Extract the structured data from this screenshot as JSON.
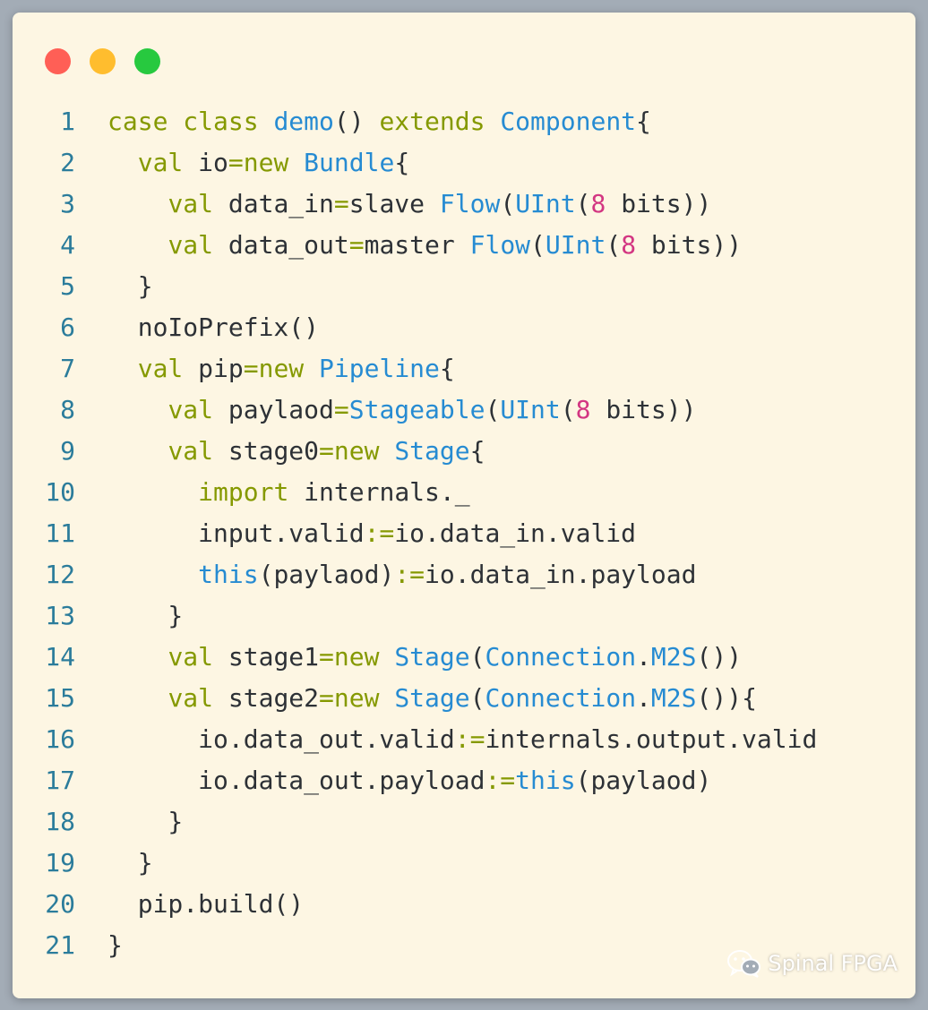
{
  "window": {
    "controls": [
      {
        "name": "close",
        "color": "#ff5f56"
      },
      {
        "name": "minimize",
        "color": "#ffbd2e"
      },
      {
        "name": "maximize",
        "color": "#27c93f"
      }
    ]
  },
  "code": {
    "lines": [
      {
        "number": "1",
        "tokens": [
          [
            "kw",
            "case class "
          ],
          [
            "type",
            "demo"
          ],
          [
            "plain",
            "() "
          ],
          [
            "kw",
            "extends "
          ],
          [
            "type",
            "Component"
          ],
          [
            "plain",
            "{"
          ]
        ]
      },
      {
        "number": "2",
        "tokens": [
          [
            "plain",
            "  "
          ],
          [
            "kw",
            "val"
          ],
          [
            "plain",
            " io"
          ],
          [
            "op",
            "="
          ],
          [
            "kw",
            "new "
          ],
          [
            "type",
            "Bundle"
          ],
          [
            "plain",
            "{"
          ]
        ]
      },
      {
        "number": "3",
        "tokens": [
          [
            "plain",
            "    "
          ],
          [
            "kw",
            "val"
          ],
          [
            "plain",
            " data_in"
          ],
          [
            "op",
            "="
          ],
          [
            "plain",
            "slave "
          ],
          [
            "type",
            "Flow"
          ],
          [
            "plain",
            "("
          ],
          [
            "type",
            "UInt"
          ],
          [
            "plain",
            "("
          ],
          [
            "num",
            "8"
          ],
          [
            "plain",
            " bits))"
          ]
        ]
      },
      {
        "number": "4",
        "tokens": [
          [
            "plain",
            "    "
          ],
          [
            "kw",
            "val"
          ],
          [
            "plain",
            " data_out"
          ],
          [
            "op",
            "="
          ],
          [
            "plain",
            "master "
          ],
          [
            "type",
            "Flow"
          ],
          [
            "plain",
            "("
          ],
          [
            "type",
            "UInt"
          ],
          [
            "plain",
            "("
          ],
          [
            "num",
            "8"
          ],
          [
            "plain",
            " bits))"
          ]
        ]
      },
      {
        "number": "5",
        "tokens": [
          [
            "plain",
            "  }"
          ]
        ]
      },
      {
        "number": "6",
        "tokens": [
          [
            "plain",
            "  noIoPrefix()"
          ]
        ]
      },
      {
        "number": "7",
        "tokens": [
          [
            "plain",
            "  "
          ],
          [
            "kw",
            "val"
          ],
          [
            "plain",
            " pip"
          ],
          [
            "op",
            "="
          ],
          [
            "kw",
            "new "
          ],
          [
            "type",
            "Pipeline"
          ],
          [
            "plain",
            "{"
          ]
        ]
      },
      {
        "number": "8",
        "tokens": [
          [
            "plain",
            "    "
          ],
          [
            "kw",
            "val"
          ],
          [
            "plain",
            " paylaod"
          ],
          [
            "op",
            "="
          ],
          [
            "type",
            "Stageable"
          ],
          [
            "plain",
            "("
          ],
          [
            "type",
            "UInt"
          ],
          [
            "plain",
            "("
          ],
          [
            "num",
            "8"
          ],
          [
            "plain",
            " bits))"
          ]
        ]
      },
      {
        "number": "9",
        "tokens": [
          [
            "plain",
            "    "
          ],
          [
            "kw",
            "val"
          ],
          [
            "plain",
            " stage0"
          ],
          [
            "op",
            "="
          ],
          [
            "kw",
            "new "
          ],
          [
            "type",
            "Stage"
          ],
          [
            "plain",
            "{"
          ]
        ]
      },
      {
        "number": "10",
        "tokens": [
          [
            "plain",
            "      "
          ],
          [
            "kw",
            "import"
          ],
          [
            "plain",
            " internals._"
          ]
        ]
      },
      {
        "number": "11",
        "tokens": [
          [
            "plain",
            "      input.valid"
          ],
          [
            "op",
            ":="
          ],
          [
            "plain",
            "io.data_in.valid"
          ]
        ]
      },
      {
        "number": "12",
        "tokens": [
          [
            "plain",
            "      "
          ],
          [
            "this",
            "this"
          ],
          [
            "plain",
            "(paylaod)"
          ],
          [
            "op",
            ":="
          ],
          [
            "plain",
            "io.data_in.payload"
          ]
        ]
      },
      {
        "number": "13",
        "tokens": [
          [
            "plain",
            "    }"
          ]
        ]
      },
      {
        "number": "14",
        "tokens": [
          [
            "plain",
            "    "
          ],
          [
            "kw",
            "val"
          ],
          [
            "plain",
            " stage1"
          ],
          [
            "op",
            "="
          ],
          [
            "kw",
            "new "
          ],
          [
            "type",
            "Stage"
          ],
          [
            "plain",
            "("
          ],
          [
            "type",
            "Connection"
          ],
          [
            "plain",
            "."
          ],
          [
            "type",
            "M2S"
          ],
          [
            "plain",
            "())"
          ]
        ]
      },
      {
        "number": "15",
        "tokens": [
          [
            "plain",
            "    "
          ],
          [
            "kw",
            "val"
          ],
          [
            "plain",
            " stage2"
          ],
          [
            "op",
            "="
          ],
          [
            "kw",
            "new "
          ],
          [
            "type",
            "Stage"
          ],
          [
            "plain",
            "("
          ],
          [
            "type",
            "Connection"
          ],
          [
            "plain",
            "."
          ],
          [
            "type",
            "M2S"
          ],
          [
            "plain",
            "()){"
          ]
        ]
      },
      {
        "number": "16",
        "tokens": [
          [
            "plain",
            "      io.data_out.valid"
          ],
          [
            "op",
            ":="
          ],
          [
            "plain",
            "internals.output.valid"
          ]
        ]
      },
      {
        "number": "17",
        "tokens": [
          [
            "plain",
            "      io.data_out.payload"
          ],
          [
            "op",
            ":="
          ],
          [
            "this",
            "this"
          ],
          [
            "plain",
            "(paylaod)"
          ]
        ]
      },
      {
        "number": "18",
        "tokens": [
          [
            "plain",
            "    }"
          ]
        ]
      },
      {
        "number": "19",
        "tokens": [
          [
            "plain",
            "  }"
          ]
        ]
      },
      {
        "number": "20",
        "tokens": [
          [
            "plain",
            "  pip.build()"
          ]
        ]
      },
      {
        "number": "21",
        "tokens": [
          [
            "plain",
            "}"
          ]
        ]
      }
    ]
  },
  "watermark": {
    "icon": "wechat-icon",
    "text": "Spinal FPGA"
  }
}
